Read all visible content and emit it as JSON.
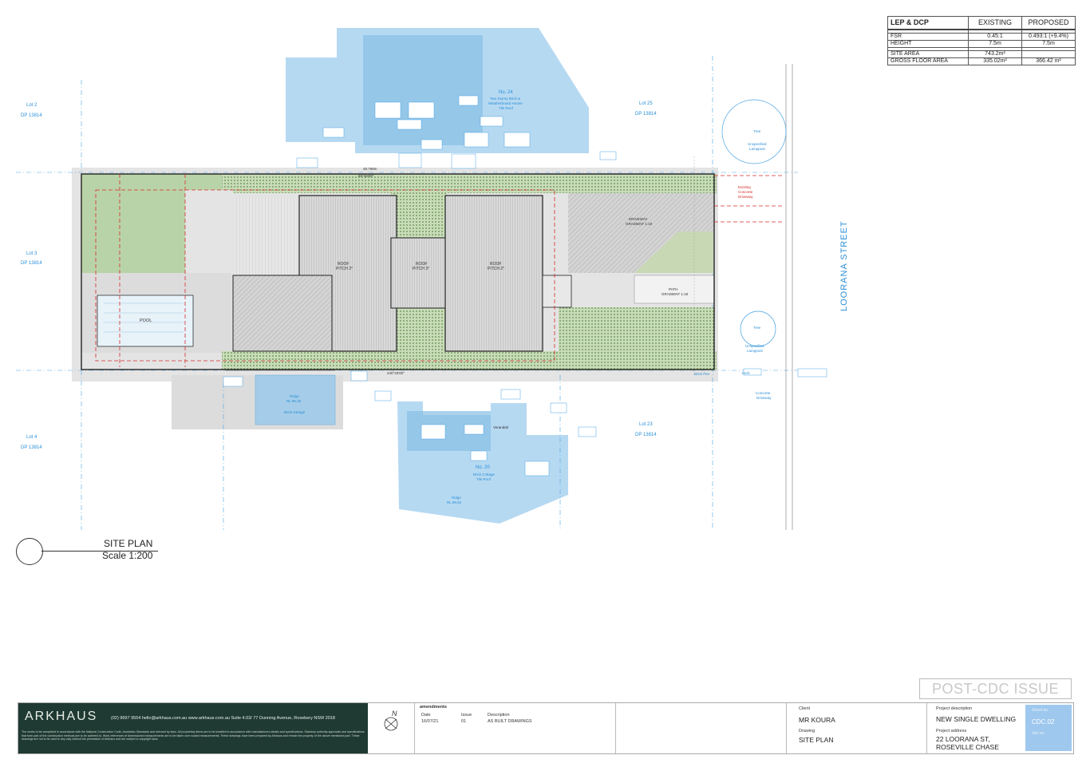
{
  "lep_table": {
    "header": [
      "LEP & DCP",
      "EXISTING",
      "PROPOSED"
    ],
    "rows": [
      {
        "label": "FSR",
        "existing": "0.45:1",
        "proposed": "0.493:1 (+9.4%)"
      },
      {
        "label": "HEIGHT",
        "existing": "7.5m",
        "proposed": "7.5m"
      },
      {
        "label": "SITE AREA",
        "existing": "743.2m²",
        "proposed": ""
      },
      {
        "label": "GROSS FLOOR AREA",
        "existing": "335.02m²",
        "proposed": "366.42 m²"
      }
    ]
  },
  "lots": {
    "lot2": "Lot 2",
    "lot2_dp": "DP 13814",
    "lot3": "Lot 3",
    "lot3_dp": "DP 13814",
    "lot4": "Lot 4",
    "lot4_dp": "DP 13814",
    "lot25": "Lot 25",
    "lot25_dp": "DP 13814",
    "lot23": "Lot 23",
    "lot23_dp": "DP 13814"
  },
  "neighbours": {
    "no24": "No. 24",
    "no24_desc1": "Two Storey Brick &",
    "no24_desc2": "Weatherboard House",
    "no24_desc3": "Tile Roof",
    "no20": "No. 20",
    "no20_desc1": "Brick Cottage",
    "no20_desc2": "Tile Roof",
    "garage_ridge": "Ridge",
    "garage_ridge_rl": "RL 96.45",
    "garage": "Brick Garage",
    "verandah": "Verandah",
    "ridge20": "Ridge",
    "ridge20_rl": "RL 96.62"
  },
  "plan": {
    "pool": "POOL",
    "roof1": "ROOF",
    "roof1_pitch": "PITCH 2°",
    "roof2": "ROOF",
    "roof2_pitch": "PITCH 3°",
    "roof3": "ROOF",
    "roof3_pitch": "PITCH 2°",
    "driveway": "DRIVEWAY",
    "driveway_grad": "GRADIENT 1:18",
    "path": "PATH",
    "path_grad": "GRADIENT 1:18",
    "boundary_top": "48.768m",
    "bearing_top": "60°33'00\"",
    "bearing_bottom": "240°33'00\"",
    "existing_driveway1": "Existing",
    "existing_driveway2": "Concrete",
    "existing_driveway3": "Driveway",
    "street": "LOORANA STREET",
    "tree1": "Tree",
    "tree2": "Tree",
    "lamp1": "Unspecified",
    "lamp1b": "Lamppost",
    "lamp2": "Unspecified",
    "lamp2b": "Lamppost",
    "concrete_driveway": "Concrete",
    "concrete_driveway2": "Driveway",
    "kerb": "Kerb",
    "brick_pier": "Brick Pier"
  },
  "title": {
    "main": "SITE PLAN",
    "scale": "Scale 1:200"
  },
  "stamp": "POST-CDC ISSUE",
  "title_block": {
    "logo": "ARKHAUS",
    "contact": "(02) 9697 9554   hello@arkhaus.com.au   www.arkhaus.com.au   Suite 4.03/ 77 Dunning Avenue, Rosebery NSW 2018",
    "disclaimer": "The works to be completed in accordance with the National Construction Code, Australian Standards and relevant by laws. All proprietary items are to be installed in accordance with manufacturers details and specifications. Statutory authority approvals and specifications that form part of the construction methods are to be adhered to. Work references of dimensioned measurements are to be taken over scaled measurements. These drawings have been prepared by Arkhaus and remain the property of the above mentioned part. These drawings are not to be used in any way without the permission of Arkhaus and are subject to copyright laws.",
    "north": "N",
    "amendments_label": "amendments",
    "col_date": "Date",
    "col_issue": "Issue",
    "col_desc": "Description",
    "amend_date": "16/07/21",
    "amend_issue": "01",
    "amend_desc": "AS BUILT DRAWINGS",
    "client_label": "Client",
    "client": "MR KOURA",
    "drawing_label": "Drawing",
    "drawing": "SITE PLAN",
    "project_desc_label": "Project description",
    "project_desc": "NEW SINGLE DWELLING",
    "project_addr_label": "Project address",
    "project_addr1": "22 LOORANA ST,",
    "project_addr2": "ROSEVILLE CHASE",
    "sheet_label": "Sheet no.",
    "sheet": "CDC.02",
    "job_label": "Job no."
  },
  "colors": {
    "neighbour_blue": "#9fcdee",
    "landscape_green": "#b9d3a8",
    "brand_dark": "#1f3a33",
    "accent_blue": "#2b8fd6",
    "red_setback": "#d62b2b"
  }
}
